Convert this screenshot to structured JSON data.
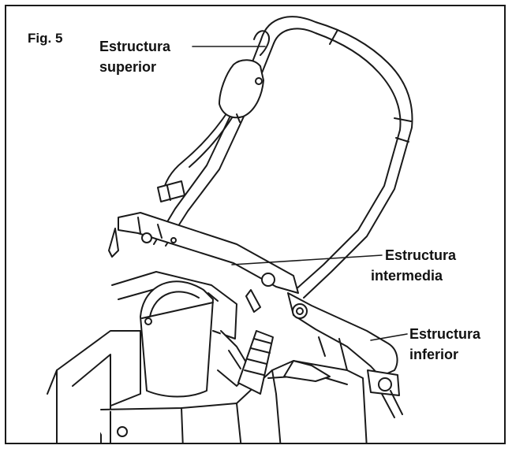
{
  "figure": {
    "label": "Fig. 5"
  },
  "callouts": {
    "upper_frame": [
      "Estructura",
      "superior"
    ],
    "middle_frame": [
      "Estructura",
      "intermedia"
    ],
    "lower_frame": [
      "Estructura",
      "inferior"
    ]
  },
  "colors": {
    "line": "#1a1a1a",
    "fill": "#ffffff",
    "shade": "#9a9a9a"
  }
}
